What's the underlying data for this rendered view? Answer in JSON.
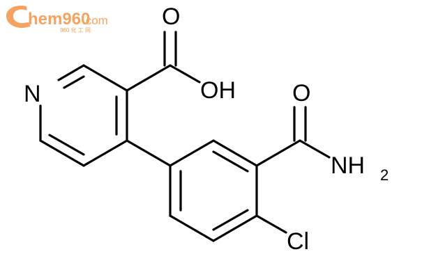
{
  "watermark": {
    "logo_text": "hem960",
    "domain_text": ".com",
    "subtext": "960 化 工 网",
    "color": "#f4a460"
  },
  "molecule": {
    "atoms": {
      "pyridine_n": "N",
      "acid_oh": "OH",
      "acid_o": "O",
      "amide_o": "O",
      "amide_nh": "NH",
      "amide_h_subscript": "2",
      "chloro": "Cl"
    },
    "bond_color": "#000000"
  }
}
